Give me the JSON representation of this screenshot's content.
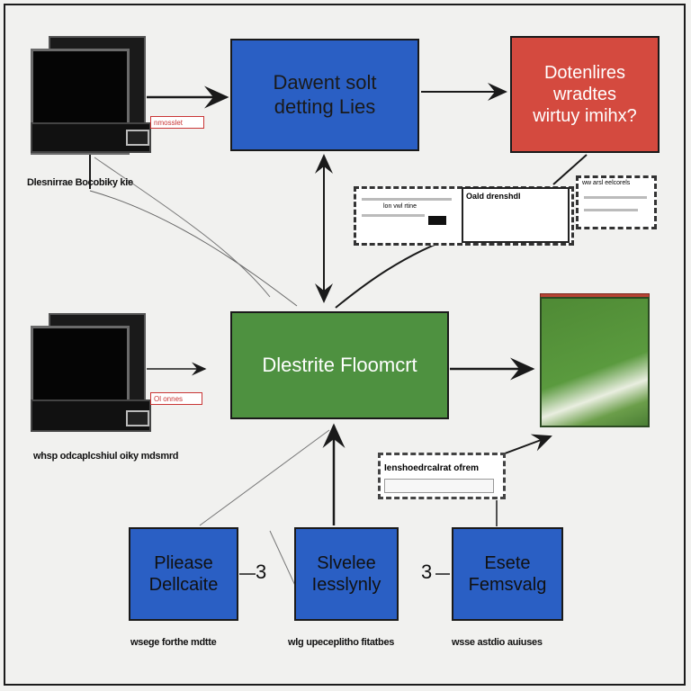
{
  "nodes": {
    "top_process": {
      "line1": "Dawent solt",
      "line2": "detting Lies"
    },
    "red_process": {
      "line1": "Dotenlires",
      "line2": "wradtes",
      "line3": "wirtuy imihx?"
    },
    "green_process": {
      "label": "Dlestrite Floomcrt"
    },
    "step1": {
      "line1": "Pliease",
      "line2": "Dellcaite"
    },
    "step2": {
      "line1": "Slvelee",
      "line2": "Iesslynly"
    },
    "step3": {
      "line1": "Esete",
      "line2": "Femsvalg"
    }
  },
  "devices": {
    "computer1": {
      "tag": "nmosslet",
      "caption": "Dlesnirrae Bocobiky kie"
    },
    "computer2": {
      "tag": "Ol onnes",
      "caption": "whsp odcaplcshiul oiky mdsmrd"
    }
  },
  "panels": {
    "form_panel_title": "Oald drenshdl",
    "form_panel_side": "ww arsl eelcorels",
    "form_panel_field": "lon vwl rtine",
    "mid_field_label": "Ienshoedrcalrat ofrem"
  },
  "connectors": {
    "num_left": "3",
    "num_right": "3"
  },
  "captions": {
    "step1": "wsege forthe mdtte",
    "step2": "wlg upeceplitho fitatbes",
    "step3": "wsse astdio auiuses"
  },
  "colors": {
    "blue": "#2a5fc4",
    "red": "#d44a3f",
    "green": "#4e9140"
  }
}
